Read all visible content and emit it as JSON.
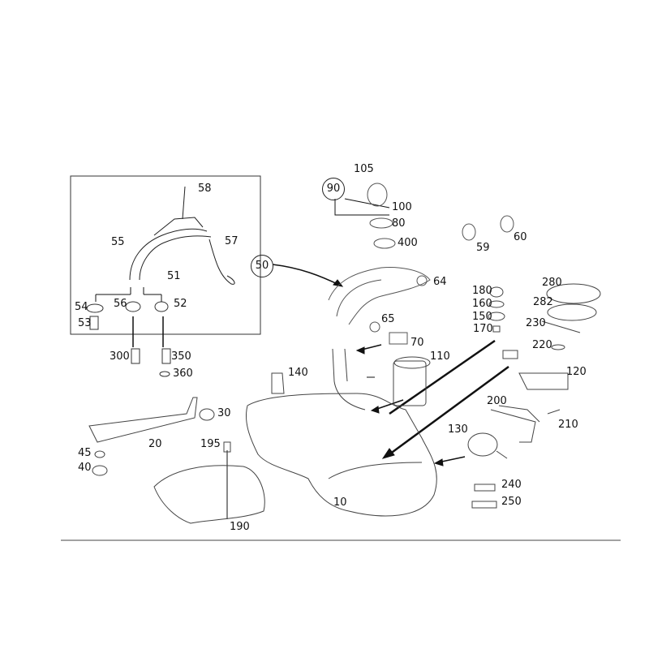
{
  "diagram": {
    "title": "Fuel tank assembly parts diagram",
    "callouts": [
      "58",
      "55",
      "57",
      "51",
      "50",
      "54",
      "56",
      "52",
      "53",
      "300",
      "350",
      "360",
      "105",
      "90",
      "100",
      "80",
      "400",
      "59",
      "60",
      "64",
      "65",
      "70",
      "110",
      "140",
      "180",
      "160",
      "150",
      "170",
      "280",
      "282",
      "230",
      "220",
      "120",
      "200",
      "210",
      "130",
      "240",
      "250",
      "30",
      "20",
      "45",
      "40",
      "195",
      "190",
      "10"
    ]
  }
}
